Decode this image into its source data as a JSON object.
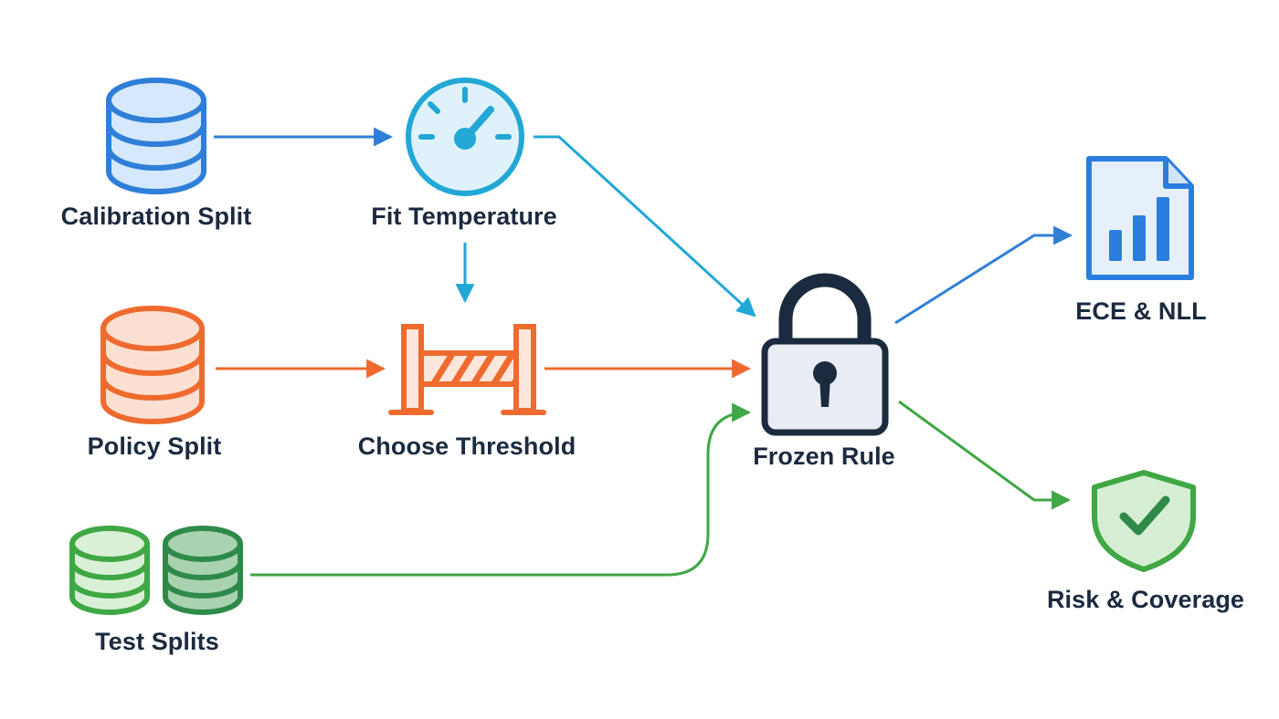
{
  "nodes": {
    "calibration_split": {
      "label": "Calibration Split",
      "icon": "database-icon"
    },
    "fit_temperature": {
      "label": "Fit Temperature",
      "icon": "gauge-icon"
    },
    "policy_split": {
      "label": "Policy Split",
      "icon": "database-icon"
    },
    "choose_threshold": {
      "label": "Choose Threshold",
      "icon": "barrier-icon"
    },
    "test_splits": {
      "label": "Test Splits",
      "icon": "database-icon"
    },
    "frozen_rule": {
      "label": "Frozen Rule",
      "icon": "lock-icon"
    },
    "ece_nll": {
      "label": "ECE & NLL",
      "icon": "bar-chart-document-icon"
    },
    "risk_coverage": {
      "label": "Risk & Coverage",
      "icon": "shield-check-icon"
    }
  },
  "colors": {
    "blue": "#2f7fd8",
    "cyan": "#22a7d6",
    "orange": "#ef6a2e",
    "green": "#3fa744",
    "dark_green": "#2f8a4a",
    "navy": "#1b2a3f",
    "doc_blue": "#2a7ee0"
  }
}
